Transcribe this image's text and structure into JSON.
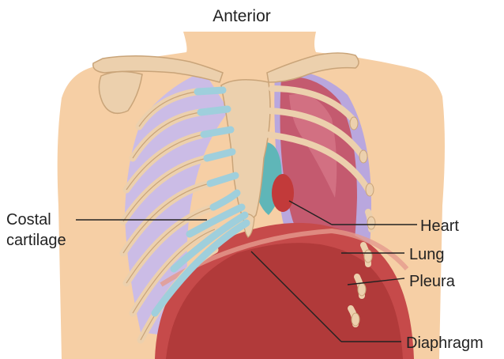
{
  "title": "Anterior",
  "labels": {
    "costal_cartilage_line1": "Costal",
    "costal_cartilage_line2": "cartilage",
    "heart": "Heart",
    "lung": "Lung",
    "pleura": "Pleura",
    "diaphragm": "Diaphragm"
  },
  "colors": {
    "skin": "#f6cfa5",
    "bone": "#ecd0ad",
    "cartilage": "#9fcfdc",
    "lung_left": "#cbbce6",
    "pleura": "#b9a7de",
    "lung_right": "#c45a6f",
    "heart": "#c23a3a",
    "diaphragm": "#c64a4a"
  }
}
